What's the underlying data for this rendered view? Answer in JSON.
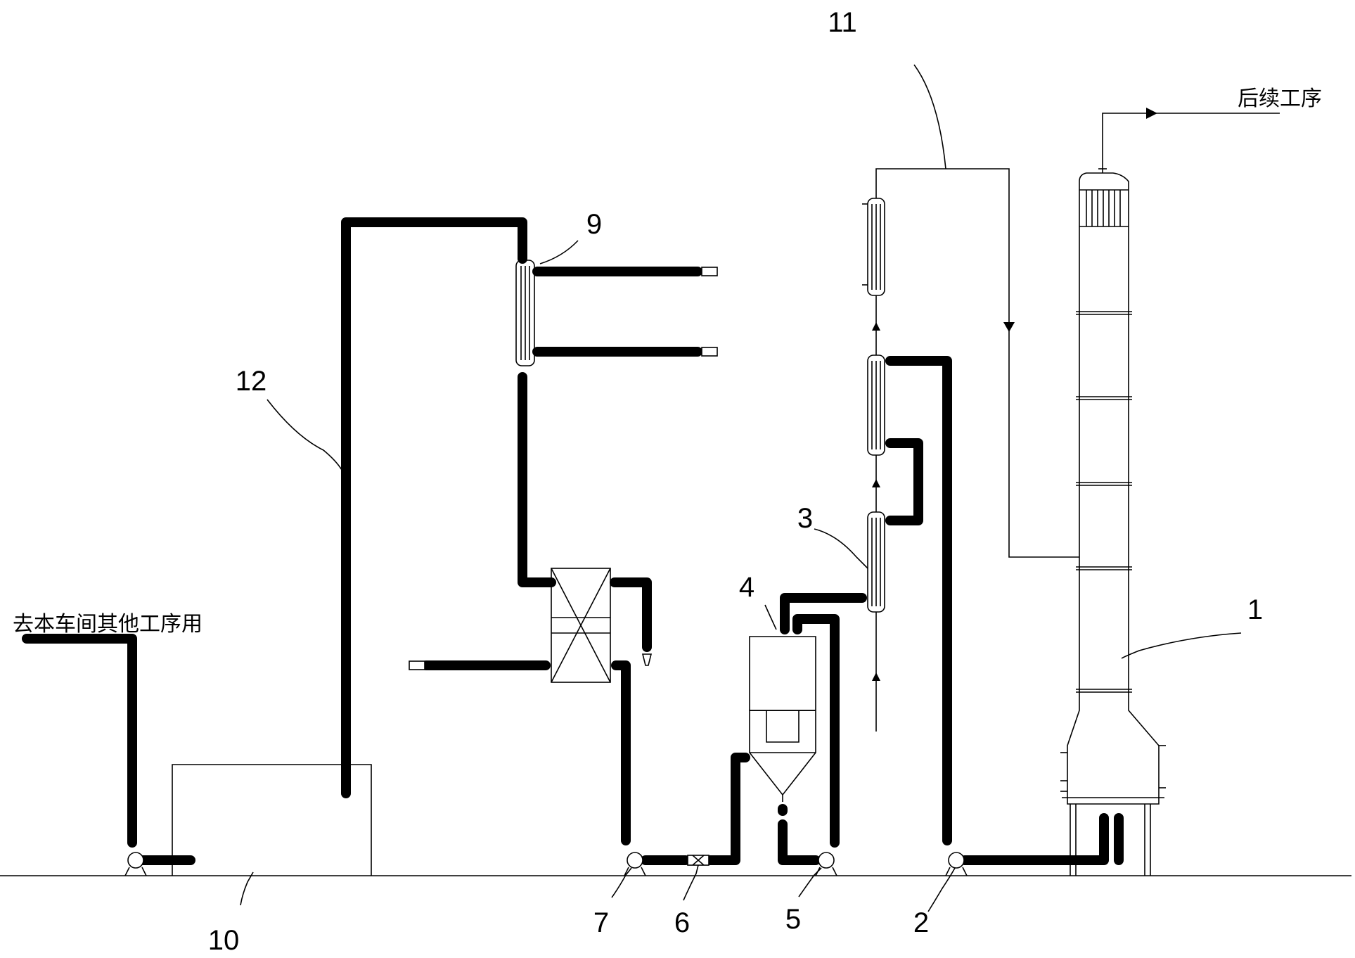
{
  "labels": {
    "n1": "1",
    "n2": "2",
    "n3": "3",
    "n4": "4",
    "n5": "5",
    "n6": "6",
    "n7": "7",
    "n9": "9",
    "n10": "10",
    "n11": "11",
    "n12": "12",
    "to_subsequent": "后续工序",
    "to_other_processes": "去本车间其他工序用"
  },
  "colors": {
    "line": "#000000",
    "background": "#ffffff"
  }
}
